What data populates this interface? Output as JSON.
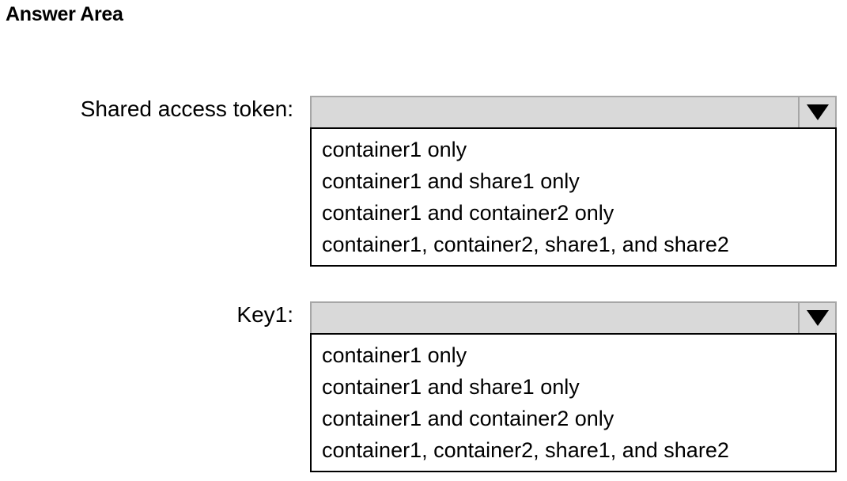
{
  "heading": "Answer Area",
  "dropdowns": [
    {
      "label": "Shared access token:",
      "selected": "",
      "options": [
        "container1 only",
        "container1 and share1 only",
        "container1 and container2 only",
        "container1, container2, share1, and share2"
      ]
    },
    {
      "label": "Key1:",
      "selected": "",
      "options": [
        "container1 only",
        "container1 and share1 only",
        "container1 and container2 only",
        "container1, container2, share1, and share2"
      ]
    }
  ],
  "icons": {
    "dropdown_arrow": "triangle-down-icon"
  },
  "colors": {
    "header_bg": "#d9d9d9",
    "header_border": "#a6a6a6",
    "list_border": "#000000"
  }
}
